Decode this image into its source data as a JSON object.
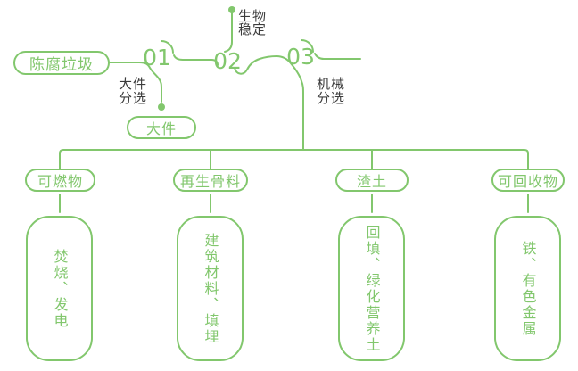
{
  "colors": {
    "accent-green": "#82c76d",
    "text-dark": "#3c3c3c",
    "background": "#ffffff"
  },
  "flow": {
    "source": "陈腐垃圾",
    "steps": [
      {
        "number": "01",
        "label": "大件\n分选"
      },
      {
        "number": "02",
        "label": "生物\n稳定"
      },
      {
        "number": "03",
        "label": "机械\n分选"
      }
    ],
    "bulky_output": "大件"
  },
  "columns": [
    {
      "category": "可燃物",
      "output": "焚烧、发电"
    },
    {
      "category": "再生骨料",
      "output": "建筑材料、填埋"
    },
    {
      "category": "渣土",
      "output": "回填、绿化营养土"
    },
    {
      "category": "可回收物",
      "output": "铁、有色金属"
    }
  ]
}
